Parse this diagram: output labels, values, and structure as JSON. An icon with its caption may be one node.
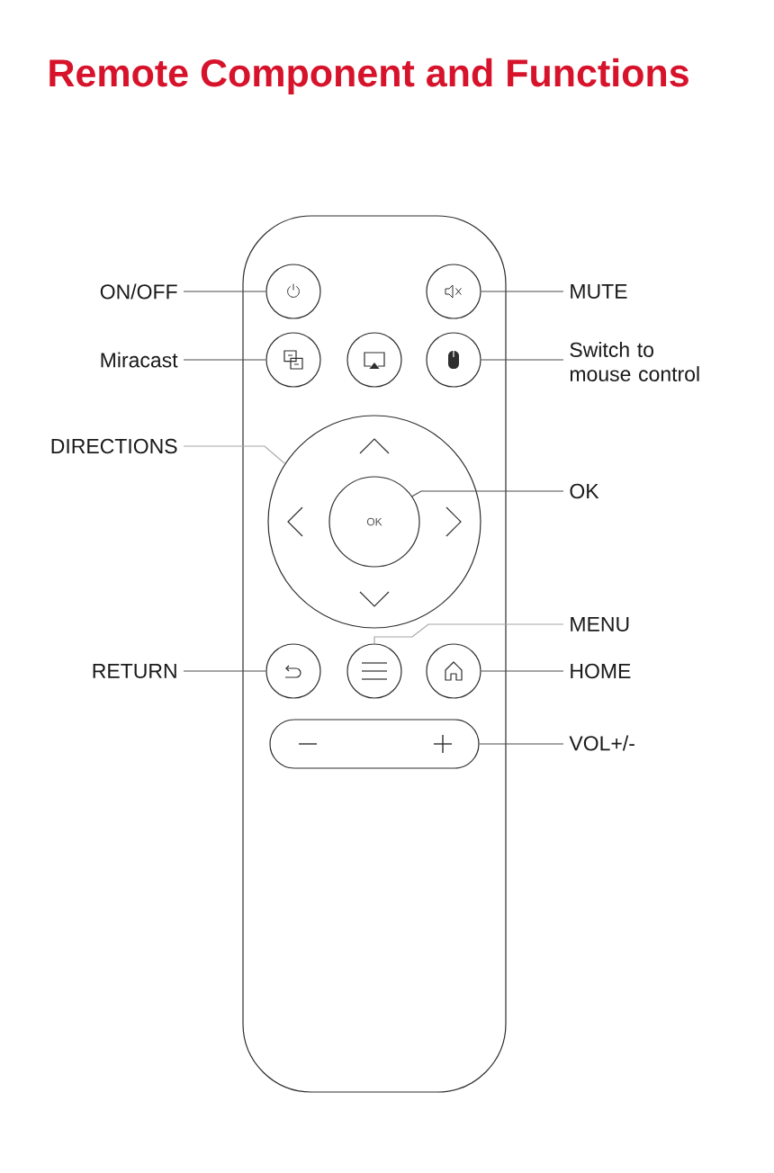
{
  "diagram": {
    "title": "Remote Component and Functions",
    "nodes": [
      {
        "text": [],
        "shape": "box"
      },
      {
        "text": [
          "ON/OFF"
        ]
      },
      {
        "text": [],
        "shape": "circle",
        "in": 0
      },
      {
        "text": [],
        "shape": "circle",
        "in": 0
      },
      {
        "text": [
          "MUTE"
        ]
      },
      {
        "text": [
          "Miracast"
        ]
      },
      {
        "text": [],
        "shape": "circle",
        "in": 0
      },
      {
        "text": [],
        "shape": "circle",
        "in": 0
      },
      {
        "text": [],
        "shape": "circle",
        "in": 0
      },
      {
        "text": [
          "Switch to mouse control"
        ]
      },
      {
        "text": [
          "DIRECTIONS"
        ]
      },
      {
        "text": [],
        "shape": "circle",
        "in": 0
      },
      {
        "text": [
          "OK"
        ],
        "in": 11
      },
      {
        "text": [
          "OK"
        ]
      },
      {
        "text": [
          "MENU"
        ]
      },
      {
        "text": [
          "RETURN"
        ]
      },
      {
        "text": [],
        "shape": "circle",
        "in": 0
      },
      {
        "text": [],
        "shape": "circle",
        "in": 0
      },
      {
        "text": [],
        "shape": "circle",
        "in": 0
      },
      {
        "text": [
          "HOME"
        ]
      },
      {
        "text": [],
        "shape": "bar",
        "in": 0
      },
      {
        "text": [
          "VOL+/-"
        ]
      }
    ],
    "edges": [
      {
        "from": 1,
        "to": 2,
        "arrow": "none"
      },
      {
        "from": 4,
        "to": 3,
        "arrow": "none"
      },
      {
        "from": 5,
        "to": 6,
        "arrow": "none"
      },
      {
        "from": 9,
        "to": 8,
        "arrow": "none"
      },
      {
        "from": 10,
        "to": 11,
        "arrow": "none",
        "color": "#a6a6a6"
      },
      {
        "from": 13,
        "to": 12,
        "arrow": "none"
      },
      {
        "from": 14,
        "to": 17,
        "arrow": "none",
        "color": "#a6a6a6"
      },
      {
        "from": 15,
        "to": 16,
        "arrow": "none"
      },
      {
        "from": 19,
        "to": 18,
        "arrow": "none"
      },
      {
        "from": 21,
        "to": 20,
        "arrow": "none"
      }
    ]
  }
}
